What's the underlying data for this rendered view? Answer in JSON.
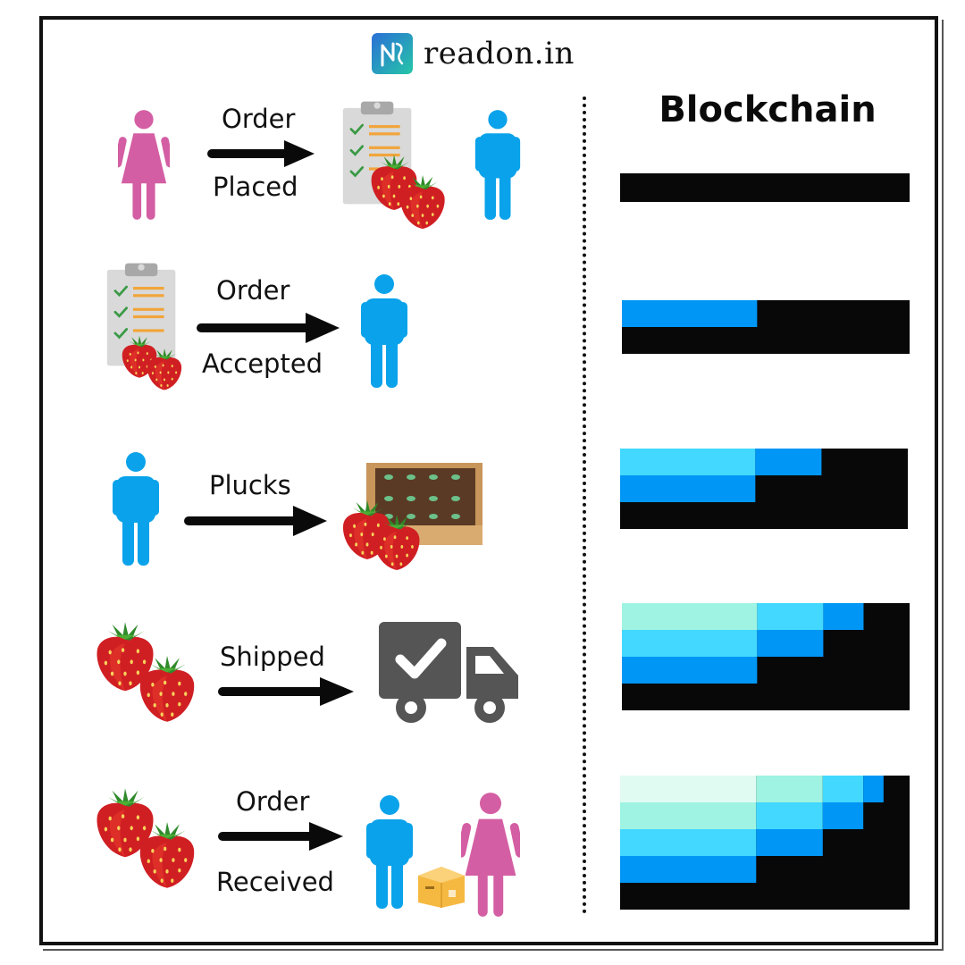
{
  "brand": {
    "name": "readon.in",
    "logo_icon": "readon-logo-icon"
  },
  "blockchain": {
    "title": "Blockchain"
  },
  "steps": [
    {
      "top_label": "Order",
      "bottom_label": "Placed",
      "left_icon": "woman-icon",
      "right_icons": [
        "clipboard-strawberry-icon",
        "man-icon"
      ]
    },
    {
      "top_label": "Order",
      "bottom_label": "Accepted",
      "left_icon": "clipboard-strawberry-icon",
      "right_icons": [
        "man-icon"
      ]
    },
    {
      "top_label": "Plucks",
      "bottom_label": "",
      "left_icon": "man-icon",
      "right_icons": [
        "strawberry-farm-icon"
      ]
    },
    {
      "top_label": "Shipped",
      "bottom_label": "",
      "left_icon": "strawberries-icon",
      "right_icons": [
        "delivery-truck-icon"
      ]
    },
    {
      "top_label": "Order",
      "bottom_label": "Received",
      "left_icon": "strawberries-icon",
      "right_icons": [
        "man-icon",
        "package-icon",
        "woman-icon"
      ]
    }
  ],
  "colors": {
    "block_colors": [
      "#080808",
      "#0096f5",
      "#42d8ff",
      "#9ef3e2",
      "#e0fbf2"
    ],
    "man": "#0aa2ea",
    "woman": "#d45ea3",
    "arrow": "#0a0a0a",
    "truck": "#555555"
  },
  "block_stacks": [
    {
      "blocks": 1
    },
    {
      "blocks": 2
    },
    {
      "blocks": 3
    },
    {
      "blocks": 4
    },
    {
      "blocks": 5
    }
  ]
}
